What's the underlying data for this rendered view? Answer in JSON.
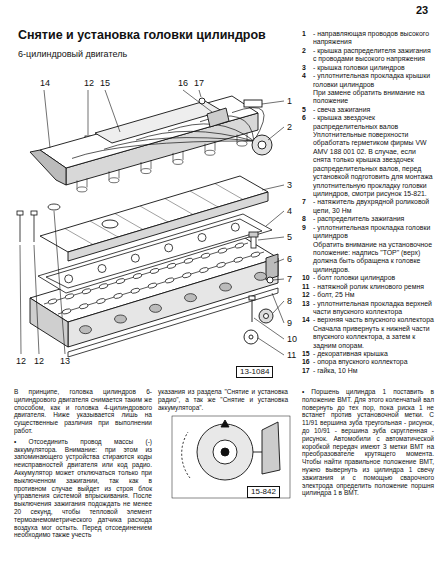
{
  "diagram": {
    "title": "Снятие и установка головки цилиндров",
    "labels": [
      "14",
      "12",
      "15",
      "16",
      "17",
      "1",
      "2",
      "3",
      "4",
      "5",
      "6",
      "7",
      "8",
      "9",
      "10",
      "11",
      "12",
      "12",
      "13",
      "13-1084",
      "15-842",
      "23",
      "6-цилиндровый двигатель",
      "1",
      "- направляющая проводов высокого напряжения",
      "2",
      "- крышка распределителя зажигания с проводами высокого напряжения",
      "3",
      "- крышка головки цилиндров",
      "4",
      "- уплотнительная прокладка крышки головки цилиндров",
      "При замене обратить внимание на положение",
      "5",
      "- свеча зажигания",
      "6",
      "- крышка звездочек распределительных валов",
      "Уплотнительные поверхности обработать герметиком фирмы VW AMV 188 001 02. В случае, если снята только крышка звездочек распределительных валов, перед установкой подготовить для монтажа уплотнительную прокладку головки цилиндров, смотри рисунок 15-821.",
      "7",
      "- натяжитель двухрядной роликовой цепи, 30 Нм",
      "8",
      "- распределитель зажигания",
      "9",
      "- уплотнительная прокладка головки цилиндров",
      "Обратить внимание на установочное положение: надпись \"TOP\" (верх) должна быть обращена к головке цилиндров.",
      "10",
      "- болт головки цилиндров",
      "11",
      "- натяжной ролик клинового ремня",
      "12",
      "- болт, 25 Нм",
      "13",
      "- уплотнительная прокладка верхней части впускного коллектора",
      "14",
      "- верхняя часть впускного коллектора",
      "Сначала привернуть к нижней части впускного коллектора, а затем к задним опорам.",
      "15",
      "- декоративная крышка",
      "16",
      "- опора впускного коллектора",
      "17",
      "- гайка, 10 Нм",
      "В принципе, головка цилиндров 6-цилиндрового двигателя снимается таким же способом, как и головка 4-цилиндрового двигателя. Ниже указывается лишь на существенные различия при выполнении работ.",
      "• Отсоединить провод массы (-) аккумулятора. Внимание: при этом из запоминающего устройства стираются коды неисправностей двигателя или код радио. Аккумулятор может отключаться только при выключенном зажигании, так как в противном случае выйдет из строя блок управления системой впрыскивания. После выключения зажигания подождать не менее 20 секунд, чтобы тепловой элемент термоанемометрического датчика расхода воздуха мог остыть. Перед отсоединением необходимо также учесть",
      "указания из раздела \"Снятие и установка радио\", а так же \"Снятие и установка аккумулятора\".",
      "• Поршень цилиндра 1 поставить в положение ВМТ. Для этого коленчатый вал повернуть до тех пор, пока риска 1 не встанет против установочной метки. С 11/91 вершина зуба треугольная - рисунок, до 10/91 - вершина зуба скругленная - рисунок. Автомобили с автоматической коробкой передач имеют 3 метки ВМТ на преобразователе крутящего момента. Чтобы найти правильное положение ВМТ, нужно вывернуть из цилиндра 1 свечу зажигания и с помощью сварочного электрода определить положение поршня цилиндра 1 в ВМТ."
    ]
  }
}
